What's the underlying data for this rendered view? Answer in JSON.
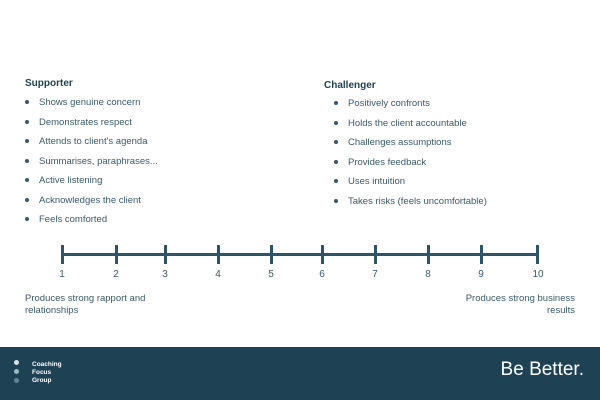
{
  "supporter": {
    "title": "Supporter",
    "items": [
      "Shows genuine concern",
      "Demonstrates respect",
      "Attends to client's agenda",
      "Summarises, paraphrases...",
      "Active listening",
      "Acknowledges the client",
      "Feels comforted"
    ]
  },
  "challenger": {
    "title": "Challenger",
    "items": [
      "Positively confronts",
      "Holds the client accountable",
      "Challenges assumptions",
      "Provides feedback",
      "Uses intuition",
      "Takes risks (feels uncomfortable)"
    ]
  },
  "scale": {
    "labels": [
      "1",
      "2",
      "3",
      "4",
      "5",
      "6",
      "7",
      "8",
      "9",
      "10"
    ],
    "left_text": "Produces strong rapport and relationships",
    "right_text": "Produces strong business results"
  },
  "footer": {
    "logo": [
      "Coaching",
      "Focus",
      "Group"
    ],
    "tagline": "Be Better."
  },
  "colors": {
    "navy": "#1e4254",
    "text": "#3a5a6b",
    "dot_light": "#9fb8c3"
  }
}
